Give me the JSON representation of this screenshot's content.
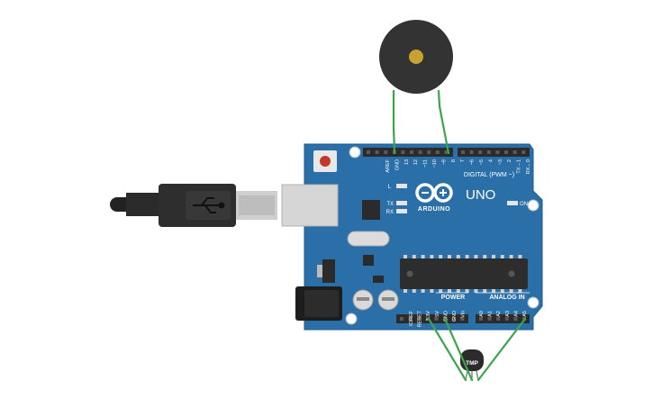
{
  "board": {
    "brand": "ARDUINO",
    "model": "UNO",
    "digital_label": "DIGITAL (PWM ~)",
    "power_label": "POWER",
    "analog_label": "ANALOG IN",
    "led_on": "ON",
    "led_l": "L",
    "led_tx": "TX",
    "led_rx": "RX",
    "top_pins": [
      "AREF",
      "GND",
      "13",
      "12",
      "~11",
      "~10",
      "~9",
      "8",
      "7",
      "~6",
      "~5",
      "4",
      "~3",
      "2",
      "TX→1",
      "RX←0"
    ],
    "power_pins": [
      "IOREF",
      "RESET",
      "3.3V",
      "5V",
      "GND",
      "GND",
      "Vin"
    ],
    "analog_pins": [
      "A0",
      "A1",
      "A2",
      "A3",
      "A4",
      "A5"
    ]
  },
  "sensor": {
    "label": "TMP"
  },
  "colors": {
    "board": "#2a6fa8",
    "board_edge": "#1f5a8c",
    "wire": "#3aa64a",
    "buzzer": "#333333",
    "buzzer_center": "#c8a033",
    "reset": "#c0392b"
  }
}
